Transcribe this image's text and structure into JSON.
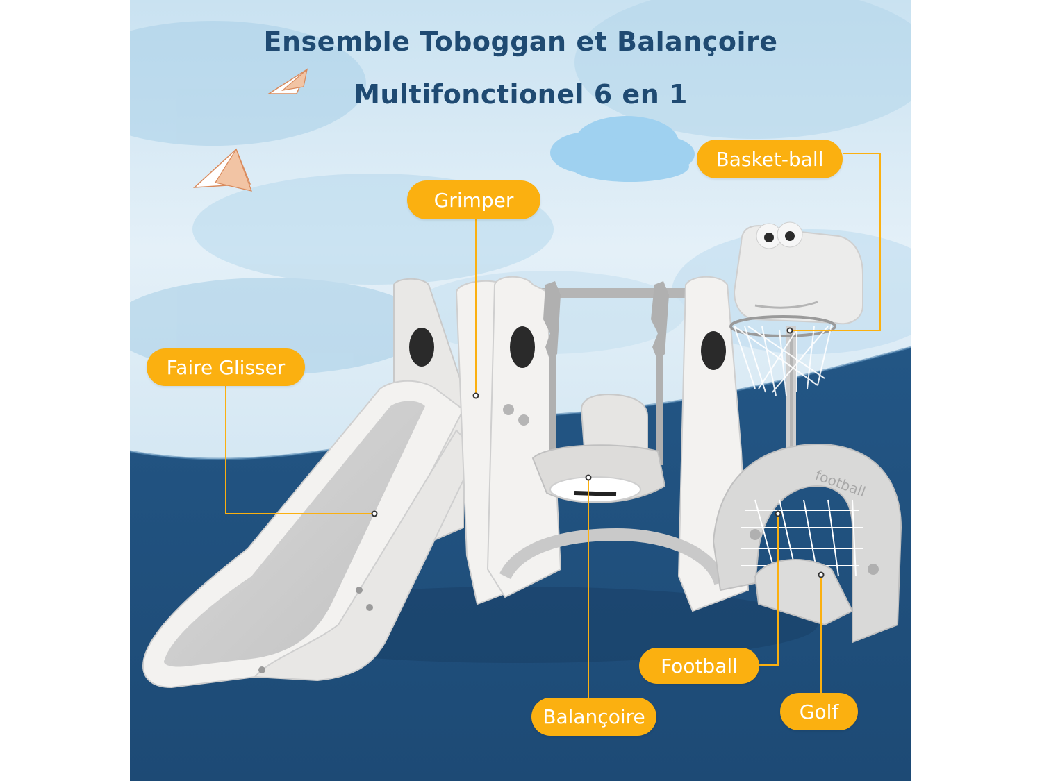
{
  "title": {
    "line1": "Ensemble Toboggan et Balançoire",
    "line2": "Multifonctionel 6 en 1"
  },
  "labels": {
    "basket": "Basket-ball",
    "grimper": "Grimper",
    "glisser": "Faire Glisser",
    "football": "Football",
    "balancoire": "Balançoire",
    "golf": "Golf"
  },
  "product_text": {
    "goal_text": "football"
  },
  "colors": {
    "title": "#1f4a72",
    "label_background": "#fbb010",
    "label_text": "#ffffff",
    "floor": "#21517e",
    "callout_line": "#fbb010",
    "sky": "#dcecf5"
  }
}
